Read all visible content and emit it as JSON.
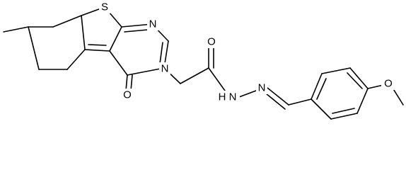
{
  "molecule": {
    "atoms": {
      "S": "S",
      "N_pyrimidine": "N",
      "N_ring": "N",
      "O_ketone": "O",
      "O_amide": "O",
      "NH": "N",
      "H": "H",
      "N_imine": "N",
      "O_methoxy": "O"
    }
  }
}
